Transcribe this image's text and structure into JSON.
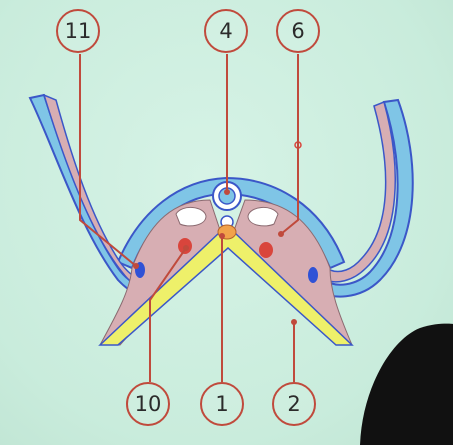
{
  "colors": {
    "background": "#cfeee0",
    "pointer_line": "#c04a3c",
    "ectoderm_blue": "#7fc5e6",
    "ectoderm_outline": "#3b57c8",
    "mesoderm_pink": "#d7aeb3",
    "endoderm_yellow": "#eef06a",
    "vessel_red": "#d9453c",
    "vessel_blue": "#2f52d6"
  },
  "callouts": [
    {
      "id": "c11",
      "label": "11"
    },
    {
      "id": "c4",
      "label": "4"
    },
    {
      "id": "c6",
      "label": "6"
    },
    {
      "id": "c10",
      "label": "10"
    },
    {
      "id": "c1",
      "label": "1"
    },
    {
      "id": "c2",
      "label": "2"
    }
  ]
}
